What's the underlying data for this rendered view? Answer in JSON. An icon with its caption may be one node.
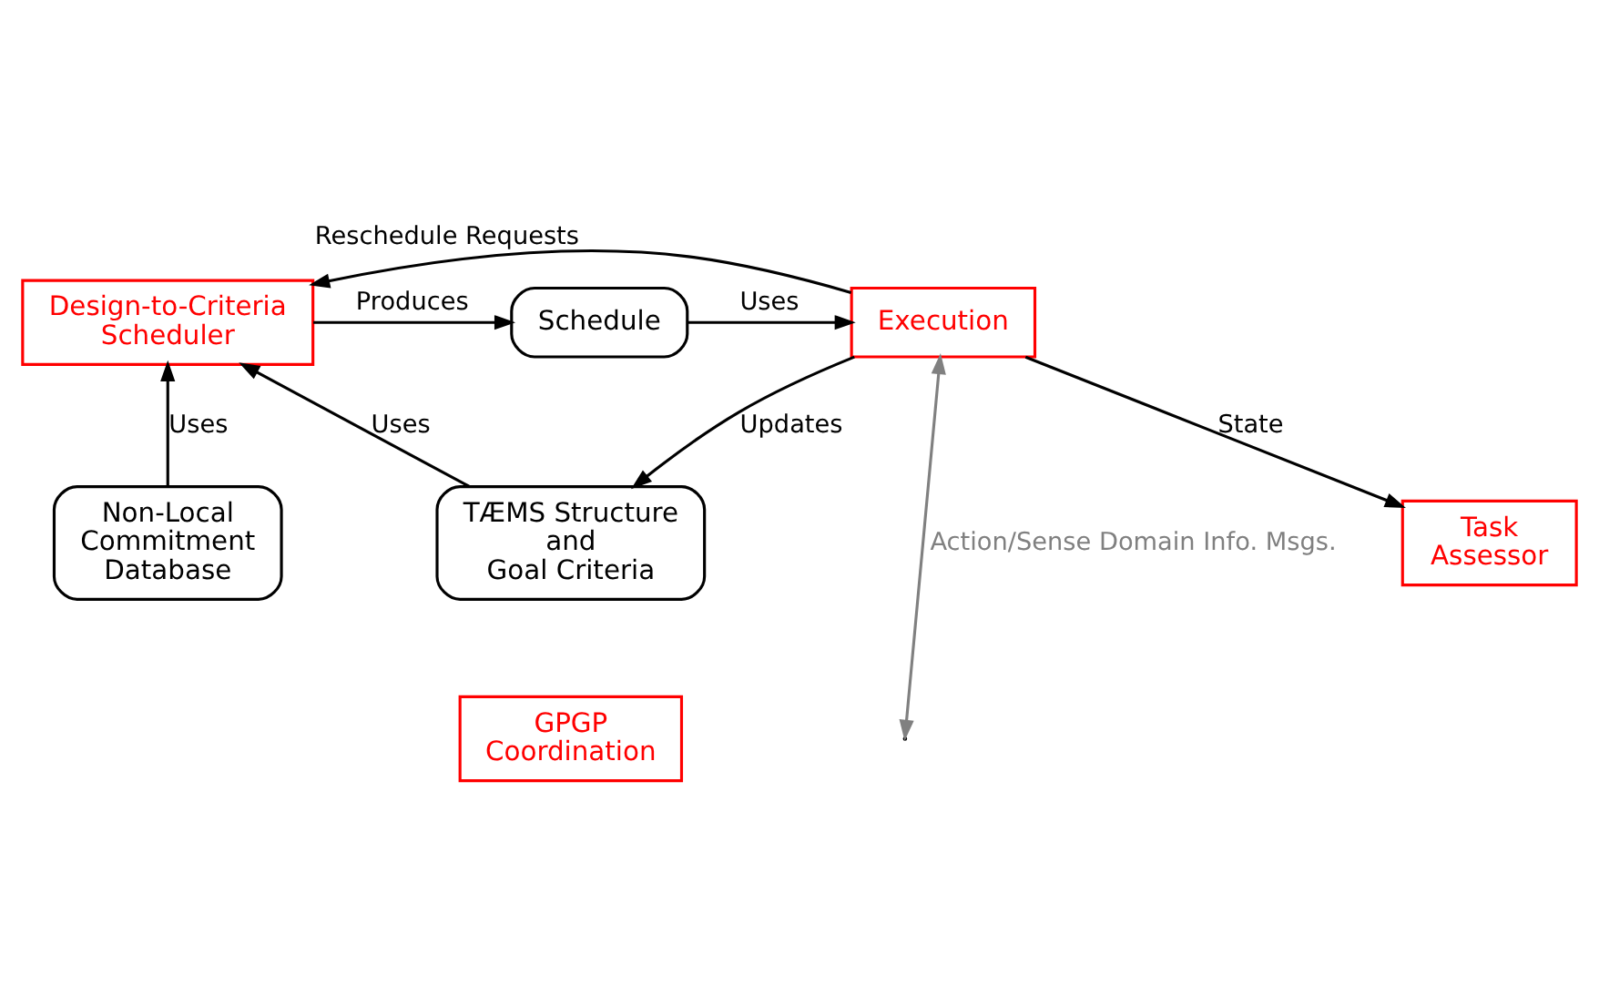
{
  "diagram": {
    "nodes": [
      {
        "text": [
          "Design-to-Criteria Scheduler"
        ]
      },
      {
        "text": [
          "Schedule"
        ]
      },
      {
        "text": [
          "Execution"
        ]
      },
      {
        "text": [
          "TÆMS Structure and Goal Criteria"
        ]
      },
      {
        "text": [
          "Task Assessor"
        ]
      },
      {
        "text": [
          "Non-Local Commitment Database"
        ]
      },
      {
        "text": [
          "GPGP Coordination"
        ]
      }
    ],
    "edges": [
      {
        "from": 0,
        "to": 1,
        "arrow": "to",
        "label": "Produces"
      },
      {
        "from": 1,
        "to": 2,
        "arrow": "to",
        "label": "Uses"
      },
      {
        "from": 2,
        "to": 0,
        "arrow": "to",
        "label": "Reschedule Requests"
      },
      {
        "from": 2,
        "to": 3,
        "arrow": "to",
        "label": "Updates"
      },
      {
        "from": 2,
        "to": 4,
        "arrow": "to",
        "label": "State"
      },
      {
        "from": 3,
        "to": 0,
        "arrow": "to",
        "label": "Uses"
      },
      {
        "from": 5,
        "to": 0,
        "arrow": "to",
        "label": "Uses"
      },
      {
        "from": 2,
        "to": null,
        "arrow": "both",
        "color": "#808080",
        "label": "Action/Sense Domain Info. Msgs."
      }
    ]
  }
}
